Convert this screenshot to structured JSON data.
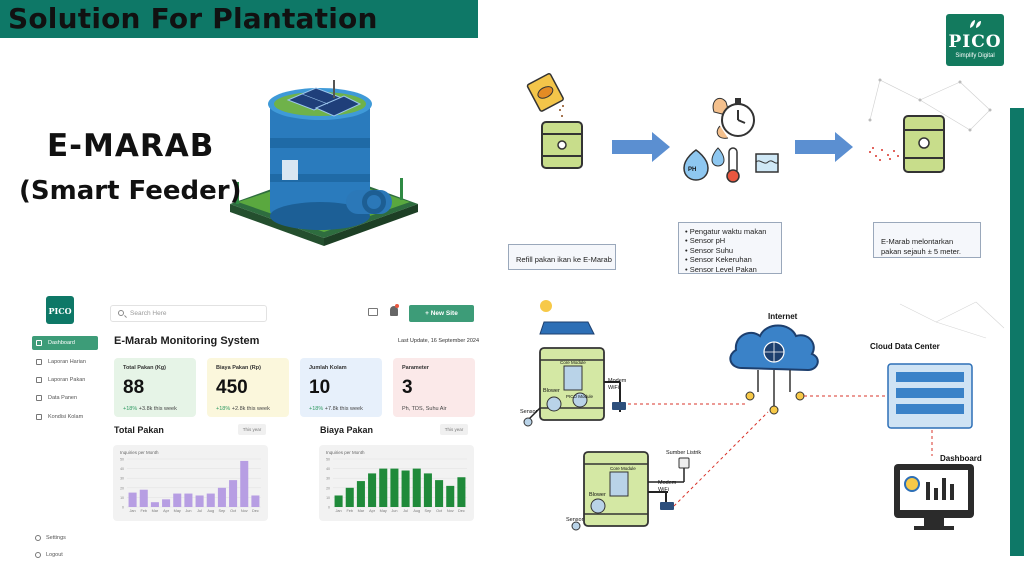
{
  "header": {
    "title": "Solution For Plantation"
  },
  "brand": {
    "logo_text": "PICO",
    "tagline": "Simplify Digital"
  },
  "product": {
    "title": "E-MARAB",
    "subtitle": "(Smart Feeder)"
  },
  "flow": {
    "step1_note": "Refill pakan ikan ke E-Marab",
    "step2_items": [
      "Pengatur waktu makan",
      "Sensor pH",
      "Sensor Suhu",
      "Sensor Kekeruhan",
      "Sensor Level Pakan"
    ],
    "step3_note_line1": "E-Marab melontarkan",
    "step3_note_line2": "pakan sejauh ± 5 meter.",
    "ph_label": "PH"
  },
  "dashboard": {
    "logo_text": "PICO",
    "search_placeholder": "Search Here",
    "new_site_label": "+ New Site",
    "title": "E-Marab Monitoring System",
    "last_update": "Last Update, 16 September 2024",
    "sidebar": [
      "Dashboard",
      "Laporan Harian",
      "Laporan Pakan",
      "Data Panen",
      "Kondisi Kolam"
    ],
    "settings_label": "Settings",
    "logout_label": "Logout",
    "cards": [
      {
        "label": "Total Pakan (Kg)",
        "value": "88",
        "pct": "+18%",
        "note": "+3.8k this week"
      },
      {
        "label": "Biaya Pakan (Rp)",
        "value": "450",
        "pct": "+18%",
        "note": "+2.8k this week"
      },
      {
        "label": "Jumlah Kolam",
        "value": "10",
        "pct": "+18%",
        "note": "+7.8k this week"
      },
      {
        "label": "Parameter",
        "value": "3",
        "pct": "",
        "note": "Ph, TDS, Suhu Air"
      }
    ],
    "sections": {
      "total_pakan": "Total Pakan",
      "biaya_pakan": "Biaya Pakan",
      "period": "This year"
    }
  },
  "chart_data": [
    {
      "type": "bar",
      "title": "Inquiries per Month",
      "categories": [
        "Jan",
        "Feb",
        "Mar",
        "Apr",
        "May",
        "Jun",
        "Jul",
        "Aug",
        "Sep",
        "Oct",
        "Nov",
        "Dec"
      ],
      "values": [
        15,
        18,
        5,
        8,
        14,
        14,
        12,
        14,
        20,
        28,
        48,
        12
      ],
      "ylim": [
        0,
        50
      ],
      "yticks": [
        0,
        10,
        20,
        30,
        40,
        50
      ],
      "color": "#b79ee3"
    },
    {
      "type": "bar",
      "title": "Inquiries per Month",
      "categories": [
        "Jan",
        "Feb",
        "Mar",
        "Apr",
        "May",
        "Jun",
        "Jul",
        "Aug",
        "Sep",
        "Oct",
        "Nov",
        "Dec"
      ],
      "values": [
        12,
        20,
        27,
        35,
        40,
        40,
        38,
        40,
        35,
        28,
        22,
        31
      ],
      "ylim": [
        0,
        50
      ],
      "yticks": [
        0,
        10,
        20,
        30,
        40,
        50
      ],
      "color": "#1f8a3a"
    }
  ],
  "architecture": {
    "internet": "Internet",
    "cloud": "Cloud Data Center",
    "dashboard": "Dashboard",
    "modem1": "Modem",
    "wifi1": "WiFi",
    "modem2": "Modem",
    "wifi2": "WiFi",
    "power": "Sumber Listrik",
    "sensor1": "Sensor",
    "sensor2": "Sensor",
    "blower1": "Blower",
    "blower2": "Blower",
    "core_module1": "Core Module",
    "core_module2": "Core Module",
    "pico_module": "PICO Module"
  },
  "colors": {
    "brand": "#0e7867",
    "accent": "#3d9c78",
    "link": "#d9342b"
  }
}
